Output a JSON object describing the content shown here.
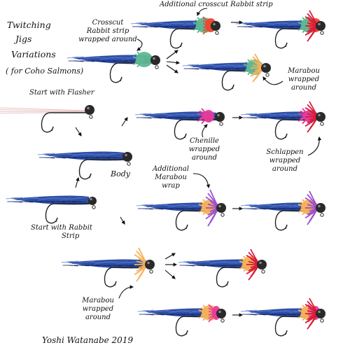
{
  "title": {
    "line1": "Twitching",
    "line2": "Jigs",
    "line3": "Variations",
    "line4": "( for Coho Salmons)"
  },
  "labels": {
    "crosscut": {
      "line1": "Crosscut",
      "line2": "Rabbit strip",
      "line3": "wrapped around"
    },
    "additional_crosscut": "Additional crosscut Rabbit strip",
    "start_flasher": "Start with Flasher",
    "body": "Body",
    "start_rabbit": {
      "line1": "Start with Rabbit",
      "line2": "Strip"
    },
    "chenille": {
      "line1": "Chenille",
      "line2": "wrapped",
      "line3": "around"
    },
    "marabou_right": {
      "line1": "Marabou",
      "line2": "wrapped",
      "line3": "around"
    },
    "schlappen": {
      "line1": "Schlappen",
      "line2": "wrapped",
      "line3": "around"
    },
    "additional_marabou": {
      "line1": "Additional",
      "line2": "Marabou",
      "line3": "wrap"
    },
    "marabou_bottom": {
      "line1": "Marabou",
      "line2": "wrapped",
      "line3": "around"
    }
  },
  "signature": "Yoshi Watanabe   2019",
  "colors": {
    "rabbit_blue": "#1e3f9a",
    "flasher": "#e8c4c4",
    "head": "#2a2a2a",
    "green_crosscut": "#5fb894",
    "red_crosscut": "#f0462e",
    "marabou_orange": "#f7b15a",
    "chenille_pink": "#e83a9c",
    "schlappen_red": "#d81c3a",
    "marabou_purple": "#9a4fd0"
  }
}
